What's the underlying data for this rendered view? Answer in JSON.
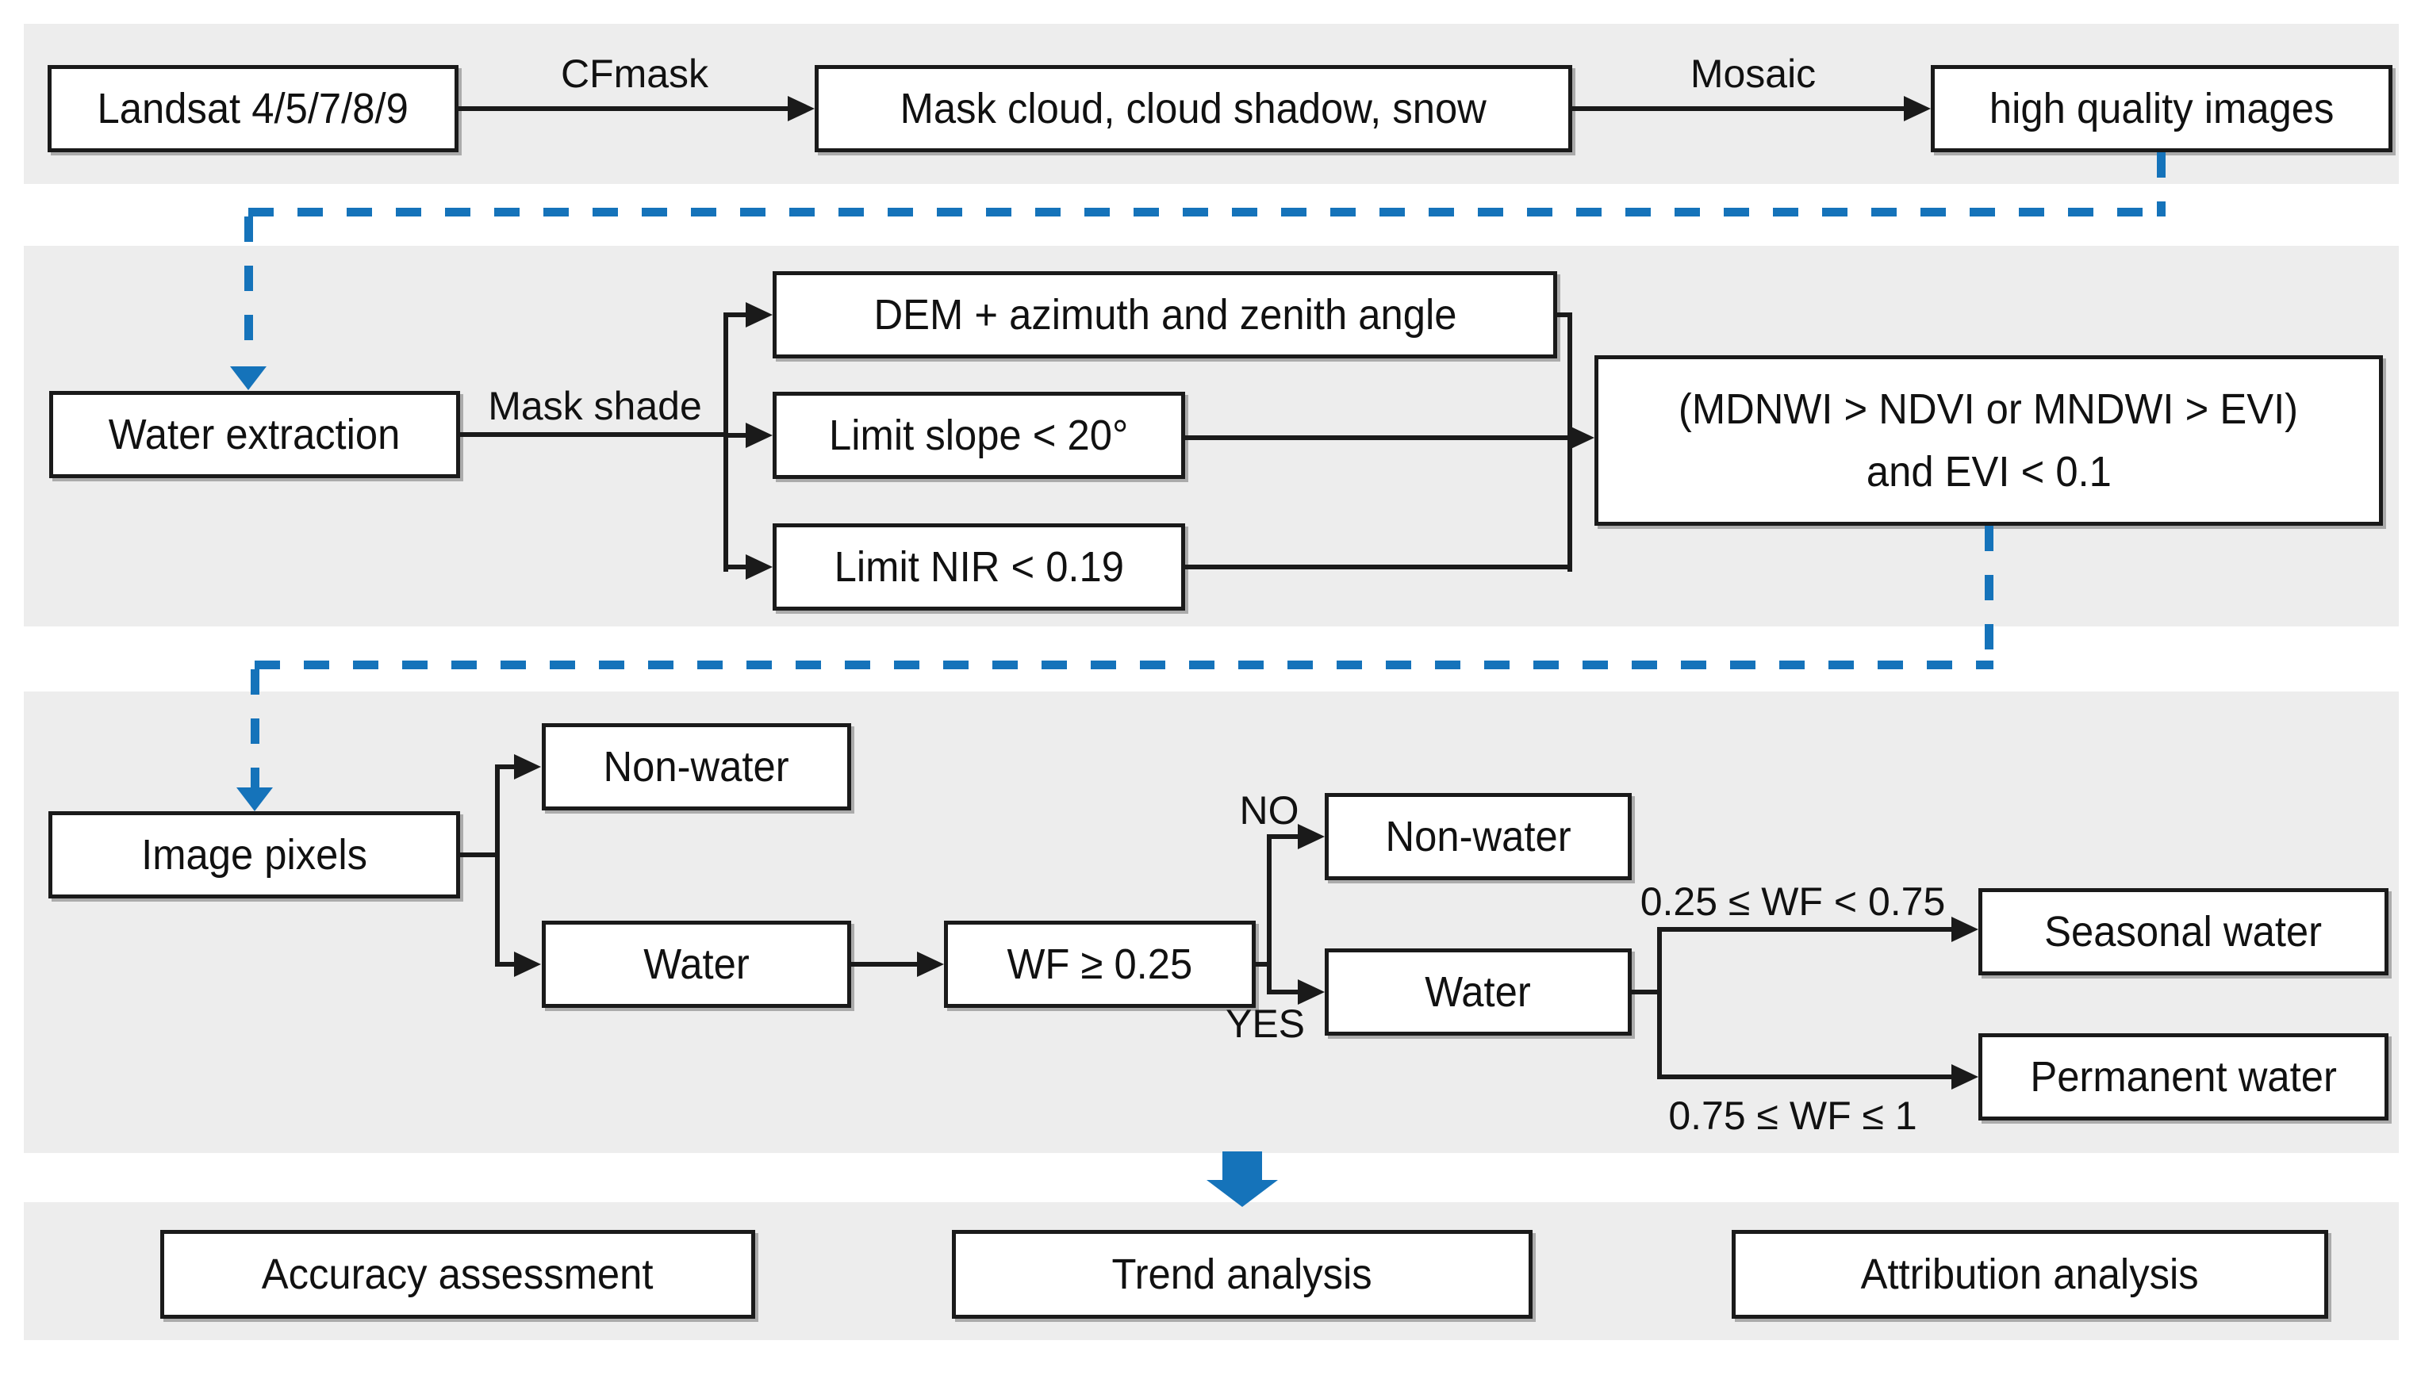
{
  "palette": {
    "accent_blue": "#1573ba",
    "band_gray": "#ededed",
    "line_black": "#1a1a1a",
    "box_white": "#ffffff"
  },
  "flow": {
    "row1": {
      "landsat": "Landsat 4/5/7/8/9",
      "cfmask_label": "CFmask",
      "mask_cloud": "Mask cloud, cloud shadow, snow",
      "mosaic_label": "Mosaic",
      "high_quality": "high quality images"
    },
    "row2": {
      "water_extraction": "Water extraction",
      "mask_shade_label": "Mask shade",
      "dem": "DEM + azimuth and zenith angle",
      "slope": "Limit slope < 20°",
      "nir": "Limit NIR < 0.19",
      "condition_line1": "(MDNWI > NDVI or MNDWI > EVI)",
      "condition_line2": "and EVI < 0.1"
    },
    "row3": {
      "image_pixels": "Image pixels",
      "non_water_1": "Non-water",
      "water_1": "Water",
      "wf_condition": "WF ≥ 0.25",
      "no_label": "NO",
      "yes_label": "YES",
      "non_water_2": "Non-water",
      "water_2": "Water",
      "seasonal_condition": "0.25 ≤ WF < 0.75",
      "permanent_condition": "0.75 ≤ WF ≤ 1",
      "seasonal": "Seasonal water",
      "permanent": "Permanent water"
    },
    "row4": {
      "accuracy": "Accuracy assessment",
      "trend": "Trend analysis",
      "attribution": "Attribution analysis"
    }
  }
}
